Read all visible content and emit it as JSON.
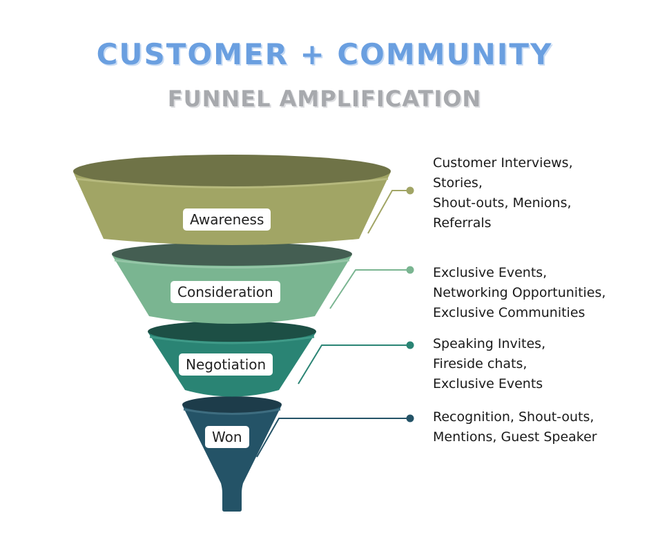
{
  "header": {
    "title": "CUSTOMER + COMMUNITY",
    "subtitle": "FUNNEL AMPLIFICATION"
  },
  "colors": {
    "title": "#6a9fe0",
    "subtitle": "#a7a9ad",
    "awareness": "#a1a565",
    "consideration": "#7ab591",
    "negotiation": "#2a8474",
    "won": "#245367"
  },
  "stages": [
    {
      "label": "Awareness",
      "description": [
        "Customer Interviews,",
        "Stories,",
        "Shout-outs, Menions,",
        "Referrals"
      ]
    },
    {
      "label": "Consideration",
      "description": [
        "Exclusive Events,",
        "Networking Opportunities,",
        "Exclusive Communities"
      ]
    },
    {
      "label": "Negotiation",
      "description": [
        "Speaking Invites,",
        "Fireside chats,",
        "Exclusive Events"
      ]
    },
    {
      "label": "Won",
      "description": [
        "Recognition, Shout-outs,",
        "Mentions, Guest Speaker"
      ]
    }
  ]
}
